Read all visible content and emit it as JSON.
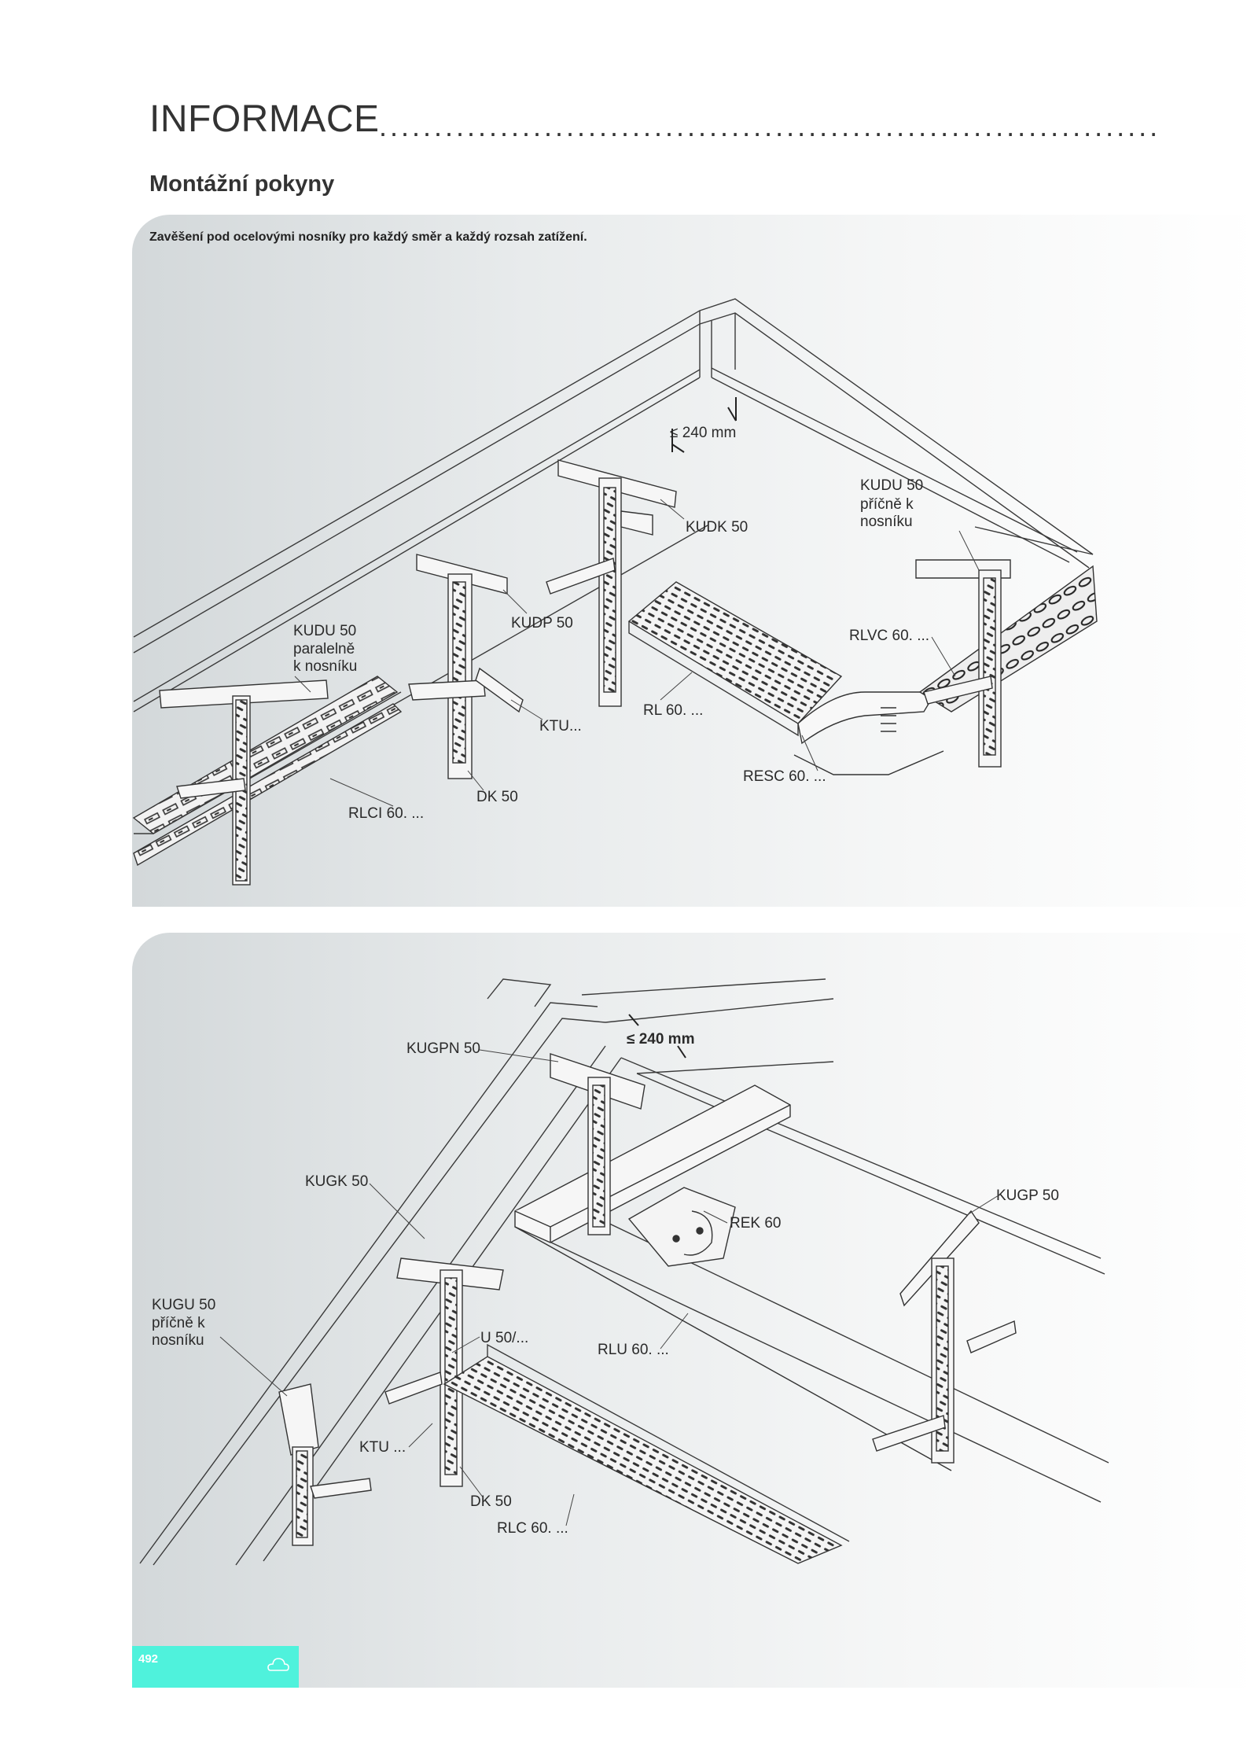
{
  "header": {
    "title": "INFORMACE",
    "dots": "......................................................................."
  },
  "section": {
    "title": "Montážní pokyny"
  },
  "figure1": {
    "caption": "Zavěšení pod ocelovými nosníky pro každý směr a každý rozsah zatížení.",
    "dimension": "≤ 240 mm",
    "labels": {
      "kudk": "KUDK 50",
      "kudu_cross": [
        "KUDU 50",
        "příčně k",
        "nosníku"
      ],
      "kudp": "KUDP 50",
      "kudu_parallel": [
        "KUDU 50",
        "paralelně",
        "k nosníku"
      ],
      "rlvc": "RLVC 60. ...",
      "rl": "RL 60. ...",
      "ktu": "KTU...",
      "resc": "RESC 60. ...",
      "dk": "DK 50",
      "rlci": "RLCI 60. ..."
    }
  },
  "figure2": {
    "dimension": "≤ 240 mm",
    "labels": {
      "kugpn": "KUGPN 50",
      "kugk": "KUGK 50",
      "kugp": "KUGP 50",
      "rek": "REK 60",
      "kugu": [
        "KUGU 50",
        "příčně k",
        "nosníku"
      ],
      "u50": "U 50/...",
      "rlu": "RLU 60. ...",
      "ktu": "KTU ...",
      "dk": "DK 50",
      "rlc": "RLC 60. ..."
    }
  },
  "footer": {
    "page_number": "492",
    "icon": "cloud-outline-icon"
  }
}
